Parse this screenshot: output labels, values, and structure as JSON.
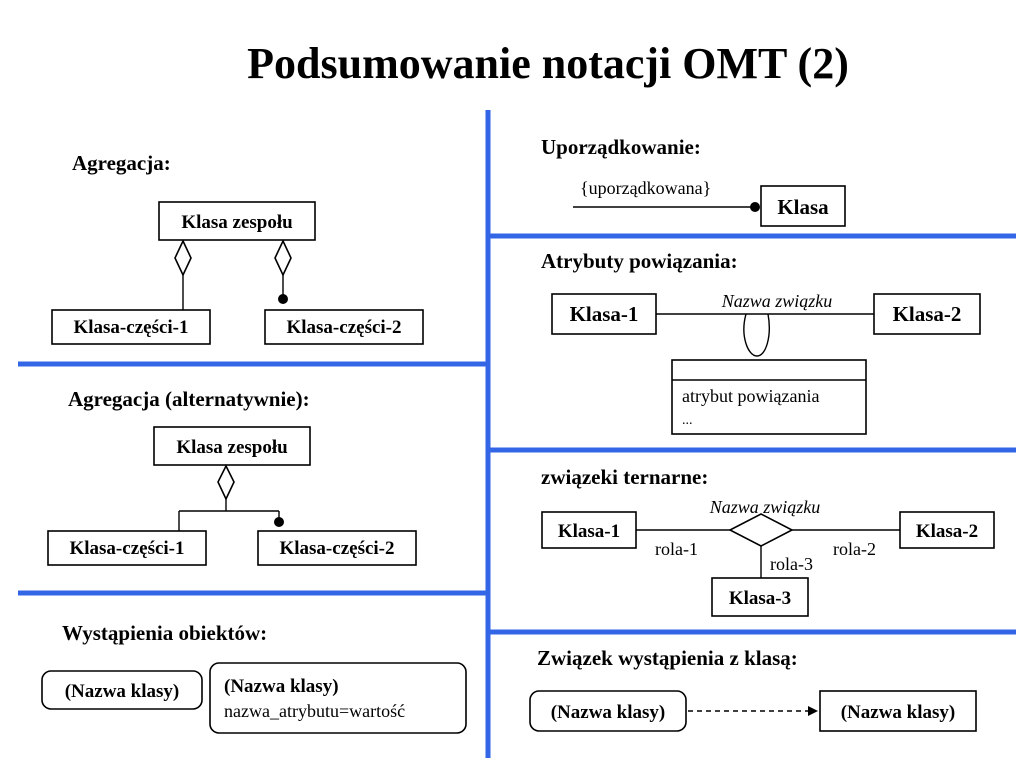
{
  "title": "Podsumowanie notacji OMT (2)",
  "colors": {
    "separator": "#3366e6",
    "stroke": "#000000",
    "background": "#ffffff"
  },
  "agregacja": {
    "header": "Agregacja:",
    "whole": "Klasa zespołu",
    "part1": "Klasa-części-1",
    "part2": "Klasa-części-2"
  },
  "agregacja_alt": {
    "header": "Agregacja (alternatywnie):",
    "whole": "Klasa zespołu",
    "part1": "Klasa-części-1",
    "part2": "Klasa-części-2"
  },
  "wystapienia": {
    "header": "Wystąpienia obiektów:",
    "obj1": "(Nazwa klasy)",
    "obj2_name": "(Nazwa klasy)",
    "obj2_attr": "nazwa_atrybutu=wartość"
  },
  "uporzadkowanie": {
    "header": "Uporządkowanie:",
    "constraint": "{uporządkowana}",
    "klasa": "Klasa"
  },
  "atrybuty": {
    "header": "Atrybuty powiązania:",
    "klasa1": "Klasa-1",
    "klasa2": "Klasa-2",
    "nazwa": "Nazwa związku",
    "atrybut": "atrybut powiązania",
    "ellipsis": "..."
  },
  "ternarne": {
    "header": "związeki  ternarne:",
    "nazwa": "Nazwa związku",
    "klasa1": "Klasa-1",
    "klasa2": "Klasa-2",
    "klasa3": "Klasa-3",
    "rola1": "rola-1",
    "rola2": "rola-2",
    "rola3": "rola-3"
  },
  "zwiazek_klasa": {
    "header": "Związek  wystąpienia z klasą:",
    "obj1": "(Nazwa klasy)",
    "obj2": "(Nazwa klasy)"
  }
}
